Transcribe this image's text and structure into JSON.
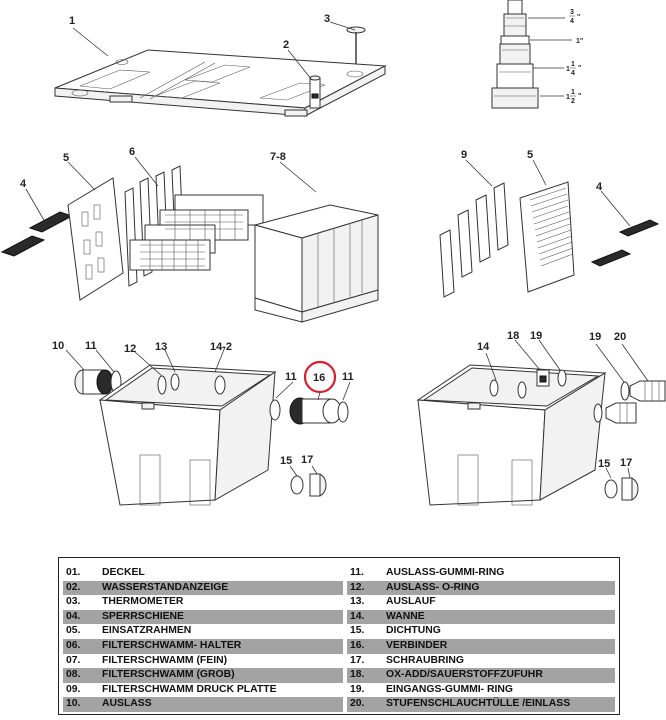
{
  "callouts": [
    "1",
    "2",
    "3",
    "4",
    "5",
    "6",
    "7-8",
    "9",
    "5",
    "4",
    "10",
    "11",
    "12",
    "13",
    "14-2",
    "11",
    "16",
    "11",
    "14",
    "18",
    "19",
    "19",
    "20",
    "15",
    "17",
    "15",
    "17"
  ],
  "fractions": {
    "f1": {
      "num": "3",
      "den": "4",
      "suffix": "\""
    },
    "f2": {
      "label": "1\""
    },
    "f3": {
      "whole": "1",
      "num": "1",
      "den": "4",
      "suffix": "\""
    },
    "f4": {
      "whole": "1",
      "num": "1",
      "den": "2",
      "suffix": "\""
    }
  },
  "highlight_color": "#d9202a",
  "legend": {
    "left": [
      {
        "num": "01.",
        "label": "DECKEL",
        "shaded": false
      },
      {
        "num": "02.",
        "label": "WASSERSTANDANZEIGE",
        "shaded": true
      },
      {
        "num": "03.",
        "label": "THERMOMETER",
        "shaded": false
      },
      {
        "num": "04.",
        "label": "SPERRSCHIENE",
        "shaded": true
      },
      {
        "num": "05.",
        "label": "EINSATZRAHMEN",
        "shaded": false
      },
      {
        "num": "06.",
        "label": "FILTERSCHWAMM- HALTER",
        "shaded": true
      },
      {
        "num": "07.",
        "label": "FILTERSCHWAMM (FEIN)",
        "shaded": false
      },
      {
        "num": "08.",
        "label": "FILTERSCHWAMM (GROB)",
        "shaded": true
      },
      {
        "num": "09.",
        "label": "FILTERSCHWAMM DRUCK PLATTE",
        "shaded": false
      },
      {
        "num": "10.",
        "label": "AUSLASS",
        "shaded": true
      }
    ],
    "right": [
      {
        "num": "11.",
        "label": "AUSLASS-GUMMI-RING",
        "shaded": false
      },
      {
        "num": "12.",
        "label": "AUSLASS- O-RING",
        "shaded": true
      },
      {
        "num": "13.",
        "label": "AUSLAUF",
        "shaded": false
      },
      {
        "num": "14.",
        "label": "WANNE",
        "shaded": true
      },
      {
        "num": "15.",
        "label": "DICHTUNG",
        "shaded": false
      },
      {
        "num": "16.",
        "label": "VERBINDER",
        "shaded": true
      },
      {
        "num": "17.",
        "label": "SCHRAUBRING",
        "shaded": false
      },
      {
        "num": "18.",
        "label": "OX-ADD/SAUERSTOFFZUFUHR",
        "shaded": true
      },
      {
        "num": "19.",
        "label": "EINGANGS-GUMMI- RING",
        "shaded": false
      },
      {
        "num": "20.",
        "label": "STUFENSCHLAUCHTÜLLE /EINLASS",
        "shaded": true
      }
    ]
  }
}
